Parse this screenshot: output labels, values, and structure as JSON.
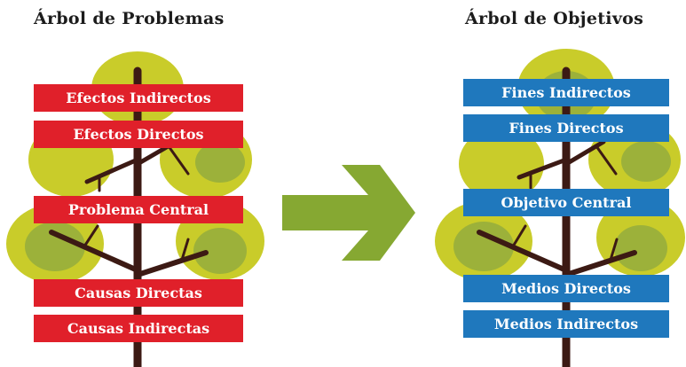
{
  "left_tree": {
    "title": "Árbol de Problemas",
    "labels": [
      "Efectos Indirectos",
      "Efectos Directos",
      "Problema Central",
      "Causas Directas",
      "Causas Indirectas"
    ],
    "label_color": "#e0202a"
  },
  "right_tree": {
    "title": "Árbol de Objetivos",
    "labels": [
      "Fines Indirectos",
      "Fines Directos",
      "Objetivo Central",
      "Medios Directos",
      "Medios Indirectos"
    ],
    "label_color": "#1f78bd"
  },
  "colors": {
    "foliage_light": "#c9cc2a",
    "foliage_dark": "#9cb13a",
    "trunk": "#3c1a14",
    "arrow": "#86a832"
  }
}
